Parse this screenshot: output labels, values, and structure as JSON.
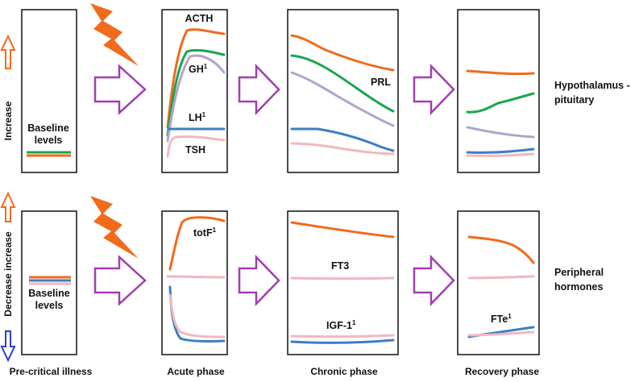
{
  "colors": {
    "orange": "#f26a1b",
    "green": "#1aa64a",
    "lavender": "#b3a4cc",
    "blue": "#3c7ec4",
    "pink": "#f2b7bf",
    "purple_arrow": "#a23db2",
    "increase_arrow": "#f26a1b",
    "decrease_arrow": "#2f3fc4",
    "bolt": "#f26a1b"
  },
  "axis": {
    "increase": "Increase",
    "decrease_increase": "Decrease increase"
  },
  "phases": {
    "pre": "Pre-critical illness",
    "acute": "Acute phase",
    "chronic": "Chronic phase",
    "recovery": "Recovery phase"
  },
  "rows": {
    "top": {
      "side_label_line1": "Hypothalamus -",
      "side_label_line2": "pituitary",
      "baseline_line1": "Baseline",
      "baseline_line2": "levels",
      "labels": {
        "acth": "ACTH",
        "gh": "GH",
        "gh_sup": "1",
        "lh": "LH",
        "lh_sup": "1",
        "tsh": "TSH",
        "prl": "PRL"
      }
    },
    "bottom": {
      "side_label_line1": "Peripheral",
      "side_label_line2": "hormones",
      "baseline_line1": "Baseline",
      "baseline_line2": "levels",
      "labels": {
        "totf": "totF",
        "totf_sup": "1",
        "ft3": "FT3",
        "igf": "IGF-1",
        "igf_sup": "1",
        "fte": "FTe",
        "fte_sup": "1"
      }
    }
  },
  "icons": {
    "lightning": "lightning-bolt-icon",
    "transition_arrow": "hollow-right-arrow-icon",
    "up_arrow": "hollow-up-arrow-icon",
    "down_arrow": "hollow-down-arrow-icon"
  }
}
